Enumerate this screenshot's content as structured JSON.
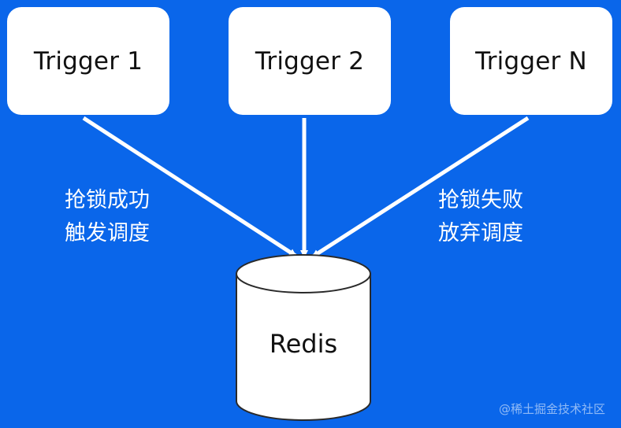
{
  "diagram": {
    "triggers": [
      {
        "label": "Trigger 1"
      },
      {
        "label": "Trigger 2"
      },
      {
        "label": "Trigger N"
      }
    ],
    "left_label": {
      "line1": "抢锁成功",
      "line2": "触发调度"
    },
    "right_label": {
      "line1": "抢锁失败",
      "line2": "放弃调度"
    },
    "datastore": {
      "label": "Redis"
    },
    "watermark": "@稀土掘金技术社区"
  },
  "colors": {
    "background": "#0a66ea",
    "box": "#ffffff",
    "arrow": "#ffffff",
    "text_dark": "#111111"
  }
}
